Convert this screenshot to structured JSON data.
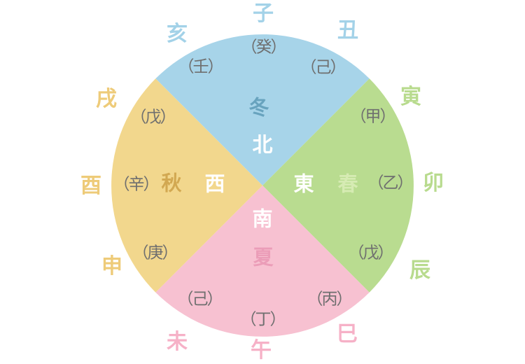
{
  "palette": {
    "background": "#ffffff",
    "winter_fill": "#a7d4e9",
    "spring_fill": "#b9dc90",
    "summer_fill": "#f7c1d1",
    "autumn_fill": "#f2d78d",
    "winter_branch_text": "#a3d2e8",
    "spring_branch_text": "#b8db8e",
    "summer_branch_text": "#f6b1c7",
    "autumn_branch_text": "#eecb79",
    "winter_season_text": "#68a3be",
    "spring_season_text": "#d6ebb3",
    "summer_season_text": "#eb9db8",
    "autumn_season_text": "#d2a851",
    "stem_text": "#6f6f6f",
    "direction_text": "#ffffff"
  },
  "quadrants": [
    {
      "id": "winter-north",
      "season": "冬",
      "direction": "北",
      "fill": "#a7d4e9"
    },
    {
      "id": "spring-east",
      "season": "春",
      "direction": "東",
      "fill": "#b9dc90"
    },
    {
      "id": "summer-south",
      "season": "夏",
      "direction": "南",
      "fill": "#f7c1d1"
    },
    {
      "id": "autumn-west",
      "season": "秋",
      "direction": "西",
      "fill": "#f2d78d"
    }
  ],
  "branches": [
    {
      "label": "子",
      "group": "winter"
    },
    {
      "label": "丑",
      "group": "winter"
    },
    {
      "label": "寅",
      "group": "spring"
    },
    {
      "label": "卯",
      "group": "spring"
    },
    {
      "label": "辰",
      "group": "spring"
    },
    {
      "label": "巳",
      "group": "summer"
    },
    {
      "label": "午",
      "group": "summer"
    },
    {
      "label": "未",
      "group": "summer"
    },
    {
      "label": "申",
      "group": "autumn"
    },
    {
      "label": "酉",
      "group": "autumn"
    },
    {
      "label": "戌",
      "group": "autumn"
    },
    {
      "label": "亥",
      "group": "winter"
    }
  ],
  "stems": [
    {
      "label": "（癸）",
      "branch": "子"
    },
    {
      "label": "（己）",
      "branch": "丑"
    },
    {
      "label": "（甲）",
      "branch": "寅"
    },
    {
      "label": "（乙）",
      "branch": "卯"
    },
    {
      "label": "（戊）",
      "branch": "辰"
    },
    {
      "label": "（丙）",
      "branch": "巳"
    },
    {
      "label": "（丁）",
      "branch": "午"
    },
    {
      "label": "（己）",
      "branch": "未"
    },
    {
      "label": "（庚）",
      "branch": "申"
    },
    {
      "label": "（辛）",
      "branch": "酉"
    },
    {
      "label": "（戊）",
      "branch": "戌"
    },
    {
      "label": "（壬）",
      "branch": "亥"
    }
  ]
}
